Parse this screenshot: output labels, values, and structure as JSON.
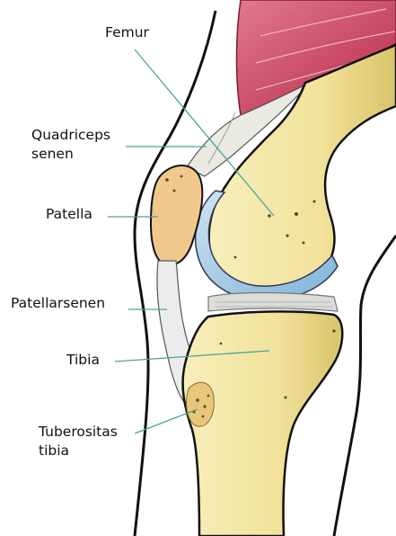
{
  "labels": {
    "femur": "Femur",
    "quadriceps": [
      "Quadriceps",
      "senen"
    ],
    "patella": "Patella",
    "patellarsenen": "Patellarsenen",
    "tibia": "Tibia",
    "tuberositas": [
      "Tuberositas",
      "tibia"
    ]
  },
  "colors": {
    "bone": "#f4e7a6",
    "bone_shadow": "#c9b458",
    "cartilage": "#a9cde6",
    "muscle": "#d24a68",
    "tendon": "#e8e8e2",
    "outline": "#111111",
    "leader_line": "#4aa39a"
  }
}
